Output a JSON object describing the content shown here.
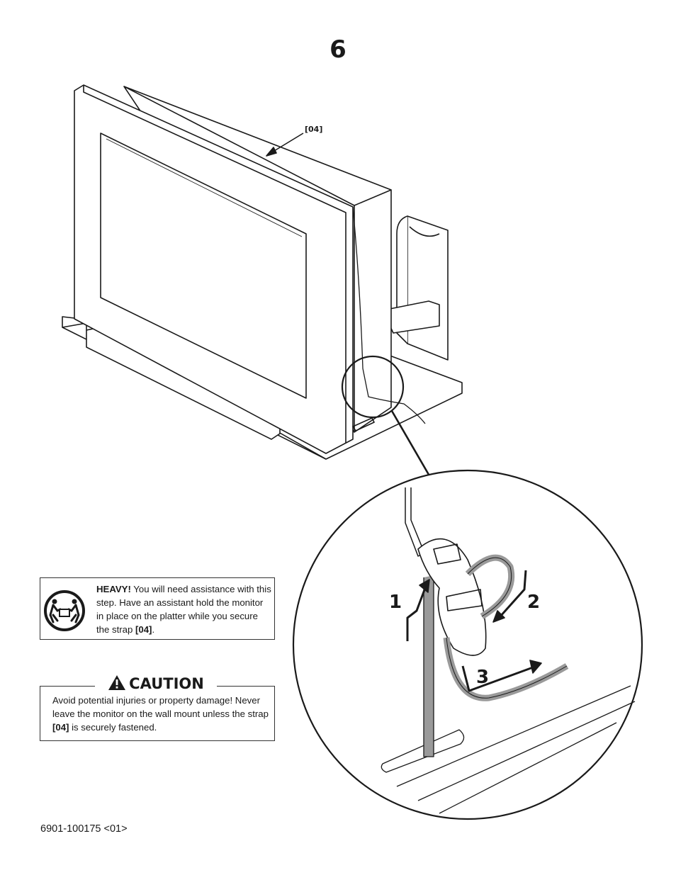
{
  "step": {
    "number": "6"
  },
  "illustration": {
    "callout_label": "[04]",
    "detail_steps": [
      "1",
      "2",
      "3"
    ]
  },
  "heavy_notice": {
    "title": "HEAVY!",
    "text_1": " You will need assistance with this step. Have an assistant hold the monitor in place on the platter while you secure the strap ",
    "part_ref": "[04]",
    "text_2": ".",
    "icon": "two-person-lift-icon"
  },
  "caution": {
    "title": "CAUTION",
    "icon": "warning-triangle-icon",
    "text_1": "Avoid potential injuries or property damage! Never leave the monitor on the wall mount unless the strap ",
    "part_ref": "[04]",
    "text_2": " is securely fastened."
  },
  "footer": {
    "doc_code": "6901-100175 <01>"
  }
}
